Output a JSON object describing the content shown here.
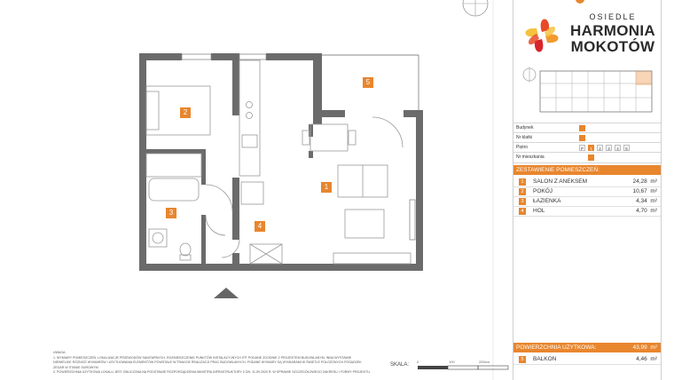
{
  "logo": {
    "line0": "OSIEDLE",
    "line1": "HARMONIA",
    "line2": "MOKOTÓW",
    "colors": [
      "#e84a27",
      "#f29a2e",
      "#f6c23e",
      "#d9242b"
    ]
  },
  "info_rows": [
    {
      "label": "Budynek",
      "boxes": [
        {
          "text": "",
          "active": true
        }
      ]
    },
    {
      "label": "Nr klatki",
      "boxes": [
        {
          "text": "",
          "active": true
        }
      ]
    },
    {
      "label": "Piętro",
      "boxes": [
        {
          "text": "P",
          "active": false
        },
        {
          "text": "1",
          "active": true
        },
        {
          "text": "2",
          "active": false
        },
        {
          "text": "3",
          "active": false
        },
        {
          "text": "4",
          "active": false
        },
        {
          "text": "5",
          "active": false
        }
      ]
    },
    {
      "label": "Nr mieszkania",
      "boxes": [
        {
          "text": "",
          "active": true
        }
      ]
    }
  ],
  "rooms_header": "ZESTAWIENIE POMIESZCZEŃ:",
  "rooms": [
    {
      "num": "1",
      "name": "SALON Z ANEKSEM",
      "area": "24,28",
      "unit": "m²"
    },
    {
      "num": "2",
      "name": "POKÓJ",
      "area": "10,67",
      "unit": "m²"
    },
    {
      "num": "3",
      "name": "ŁAZIENKA",
      "area": "4,34",
      "unit": "m²"
    },
    {
      "num": "4",
      "name": "HOL",
      "area": "4,70",
      "unit": "m²"
    }
  ],
  "total": {
    "label": "POWIERZCHNIA UŻYTKOWA:",
    "value": "43,99",
    "unit": "m²"
  },
  "balcony": {
    "num": "5",
    "name": "BALKON",
    "area": "4,46",
    "unit": "m²"
  },
  "plan_labels": [
    {
      "num": "1"
    },
    {
      "num": "2"
    },
    {
      "num": "3"
    },
    {
      "num": "4"
    },
    {
      "num": "5"
    }
  ],
  "scale": {
    "label": "SKALA:",
    "ticks": [
      "0",
      "100",
      "200cm"
    ]
  },
  "notes": {
    "title": "UWAGA:",
    "line1": "1. WYMIARY POMIESZCZEŃ, LOKALIZACJE PRZEWODÓW SANITARNYCH, ROZMIESZCZENIE PUNKTÓW INSTALACYJNYCH ITP. PODANE ZGODNIE Z PROJEKTEM BUDOWLANYM, INNA WYSTAWIE",
    "line2": "NIEWIELKIE RÓŻNICE WYMIARÓW I USYTUOWANIA ELEMENTÓW POWSTAŁE W TRAKCIE REALIZACJI PRAC BUDOWLANYCH. PODANE WYMIARY SĄ WYMIARAMI W ŚWIETLE POŁOŻONYCH POSADZEK",
    "line3": "ZEGAR W STANIE SUROWYM.",
    "line4": "2. POWIERZCHNIA UŻYTKOWA LOKALU JEST OBLICZONA NA PODSTAWIE ROZPORZĄDZENIA MINISTRA INFRASTRUKTURY Z DN. 11.09.2020 R. W SPRAWIE SZCZEGÓŁOWEGO ZAKRESU I FORMY PROJEKTU."
  },
  "accent_color": "#e8862e",
  "wall_color": "#6b6b6b"
}
